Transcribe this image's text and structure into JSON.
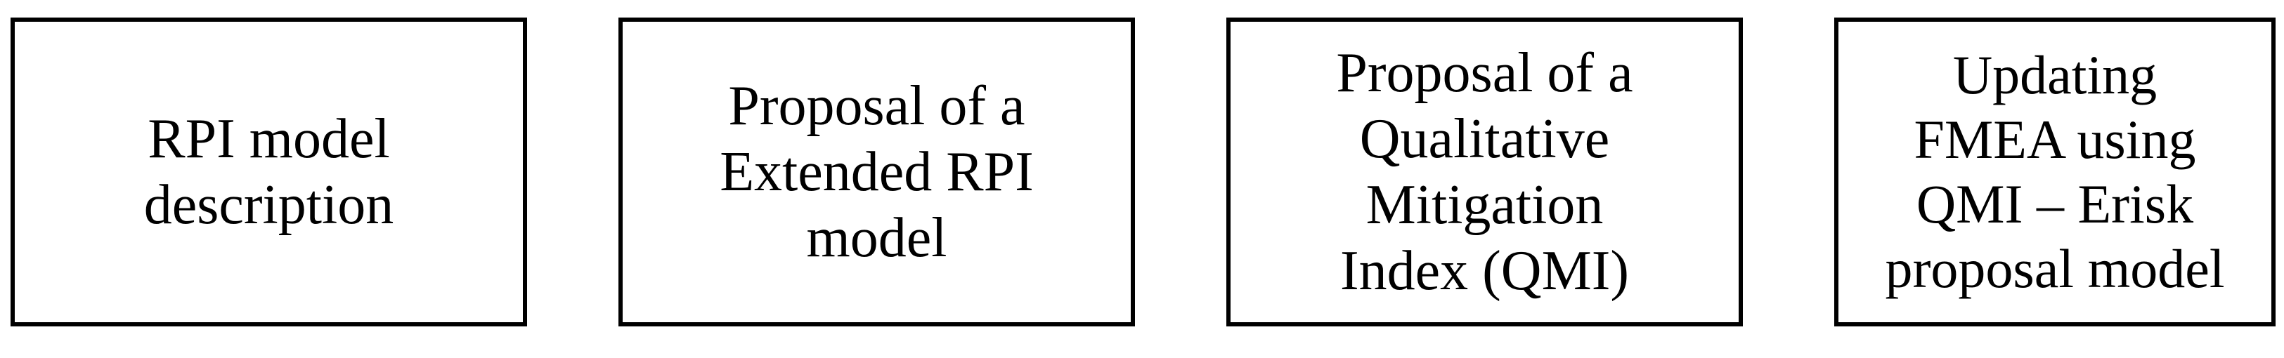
{
  "diagram": {
    "steps": [
      {
        "label": "RPI model\ndescription"
      },
      {
        "label": "Proposal of a\nExtended RPI\nmodel"
      },
      {
        "label": "Proposal of a\nQualitative\nMitigation\nIndex (QMI)"
      },
      {
        "label": "Updating\nFMEA using\nQMI – Erisk\nproposal model"
      }
    ],
    "colors": {
      "box_border": "#000000",
      "arrow_fill": "#d9d9d9",
      "arrow_stroke": "#000000"
    }
  }
}
